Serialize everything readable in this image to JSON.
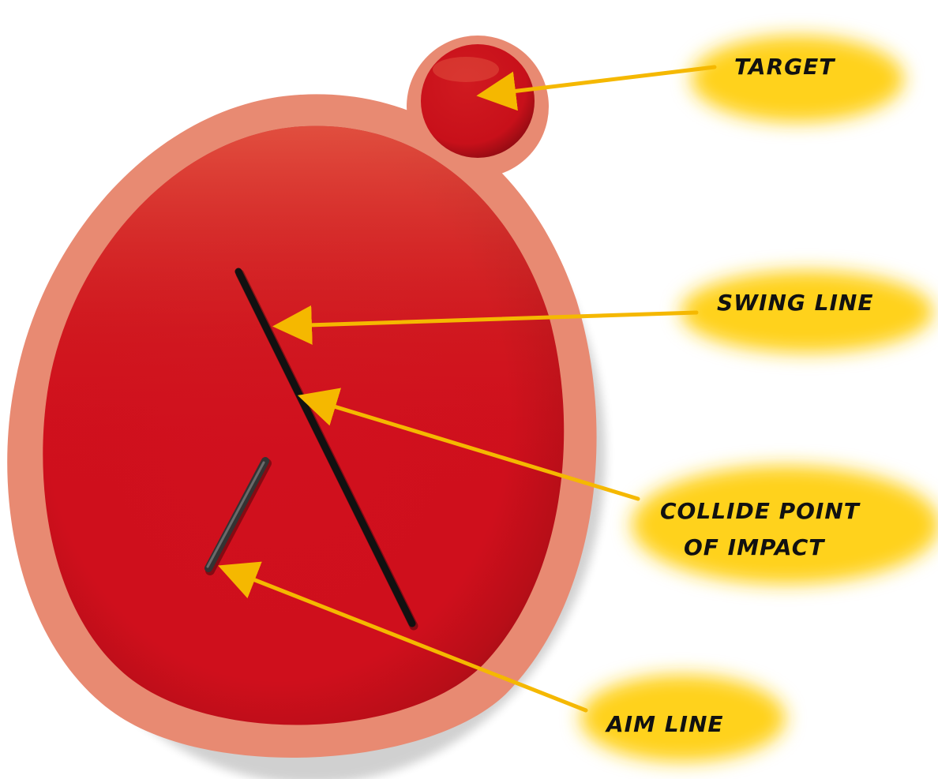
{
  "labels": {
    "target": "TARGET",
    "swing_line": "SWING LINE",
    "collide_line1": "COLLIDE POINT",
    "collide_line2": "OF IMPACT",
    "aim_line": "AIM LINE"
  },
  "colors": {
    "rim": "#e88a72",
    "body": "#d0101e",
    "body_dark": "#9e0d14",
    "body_light": "#e04a3a",
    "arrow": "#f5b800",
    "highlight": "#ffd21f",
    "line": "#111111"
  }
}
